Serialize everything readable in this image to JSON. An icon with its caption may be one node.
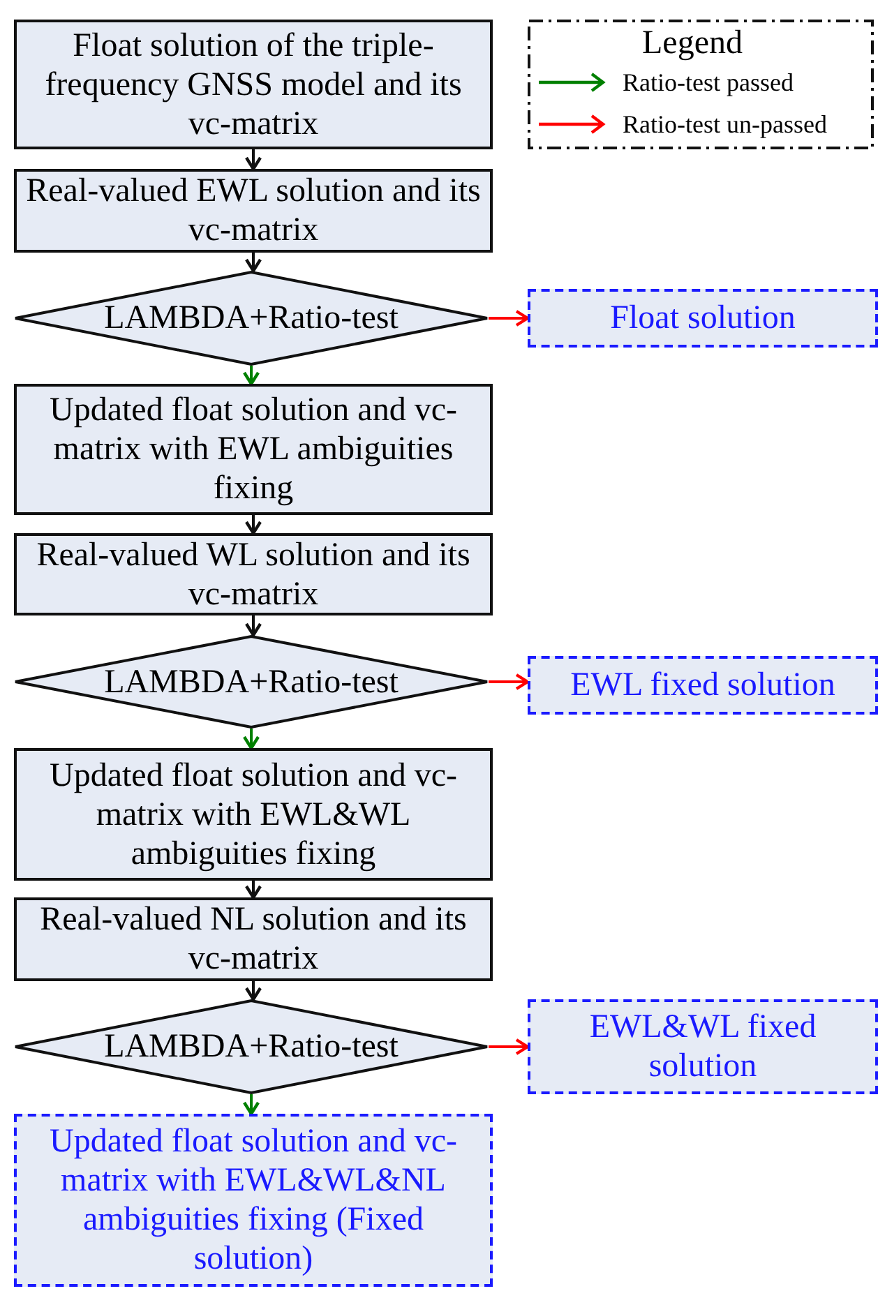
{
  "diagram": {
    "nodes": [
      {
        "text": [
          "Float solution of the triple-frequency GNSS model and its vc-matrix"
        ]
      },
      {
        "text": [
          "Real-valued EWL solution and its vc-matrix"
        ]
      },
      {
        "text": [
          "LAMBDA+Ratio-test"
        ]
      },
      {
        "text": [
          "Float solution"
        ]
      },
      {
        "text": [
          "Updated float solution and vc-matrix with EWL ambiguities fixing"
        ]
      },
      {
        "text": [
          "Real-valued WL solution and its vc-matrix"
        ]
      },
      {
        "text": [
          "LAMBDA+Ratio-test"
        ]
      },
      {
        "text": [
          "EWL fixed solution"
        ]
      },
      {
        "text": [
          "Updated float solution and vc-matrix with EWL&WL ambiguities fixing"
        ]
      },
      {
        "text": [
          "Real-valued NL solution and its vc-matrix"
        ]
      },
      {
        "text": [
          "LAMBDA+Ratio-test"
        ]
      },
      {
        "text": [
          "EWL&WL fixed solution"
        ]
      },
      {
        "text": [
          "Updated float solution and vc-matrix with EWL&WL&NL ambiguities fixing (Fixed solution)"
        ]
      }
    ],
    "edges": [
      {
        "from": 0,
        "to": 1,
        "arrow": "to"
      },
      {
        "from": 1,
        "to": 2,
        "arrow": "to"
      },
      {
        "from": 2,
        "to": 3,
        "arrow": "to",
        "color": "#ff0000"
      },
      {
        "from": 2,
        "to": 4,
        "arrow": "to",
        "color": "#008000"
      },
      {
        "from": 4,
        "to": 5,
        "arrow": "to"
      },
      {
        "from": 5,
        "to": 6,
        "arrow": "to"
      },
      {
        "from": 6,
        "to": 7,
        "arrow": "to",
        "color": "#ff0000"
      },
      {
        "from": 6,
        "to": 8,
        "arrow": "to",
        "color": "#008000"
      },
      {
        "from": 8,
        "to": 9,
        "arrow": "to"
      },
      {
        "from": 9,
        "to": 10,
        "arrow": "to"
      },
      {
        "from": 10,
        "to": 11,
        "arrow": "to",
        "color": "#ff0000"
      },
      {
        "from": 10,
        "to": 12,
        "arrow": "to",
        "color": "#008000"
      }
    ],
    "labels": [
      "Legend"
    ],
    "legend": [
      {
        "text": "Ratio-test passed"
      },
      {
        "text": "Ratio-test un-passed"
      }
    ]
  }
}
